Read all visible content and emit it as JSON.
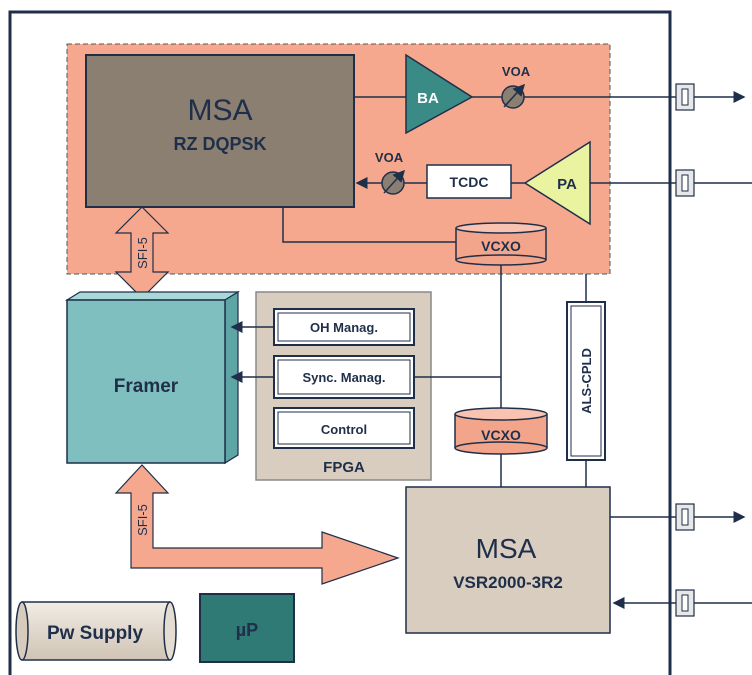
{
  "colors": {
    "salmon_region": "#f6a88e",
    "msa_top_fill": "#8b7f72",
    "framer_fill": "#7fbfbf",
    "fpga_fill": "#d9cdbf",
    "msa_bottom_fill": "#d9cdbf",
    "vcxo_fill": "#f2a58b",
    "ba_fill": "#3a8a86",
    "pa_fill": "#eaf3a0",
    "up_fill": "#2f7a74",
    "border": "#1f2f4a"
  },
  "msa_top": {
    "title": "MSA",
    "subtitle": "RZ DQPSK"
  },
  "ba": {
    "label": "BA"
  },
  "voa_top": {
    "label": "VOA"
  },
  "voa_mid": {
    "label": "VOA"
  },
  "tcdc": {
    "label": "TCDC"
  },
  "pa": {
    "label": "PA"
  },
  "vcxo_top": {
    "label": "VCXO"
  },
  "vcxo_bottom": {
    "label": "VCXO"
  },
  "sfi_top": {
    "label": "SFI-5"
  },
  "sfi_bottom": {
    "label": "SFI-5"
  },
  "framer": {
    "label": "Framer"
  },
  "fpga": {
    "label": "FPGA",
    "blocks": [
      "OH Manag.",
      "Sync. Manag.",
      "Control"
    ]
  },
  "als_cpld": {
    "label": "ALS-CPLD"
  },
  "msa_bottom": {
    "title": "MSA",
    "subtitle": "VSR2000-3R2"
  },
  "pw_supply": {
    "label": "Pw Supply"
  },
  "up": {
    "label": "µP"
  }
}
